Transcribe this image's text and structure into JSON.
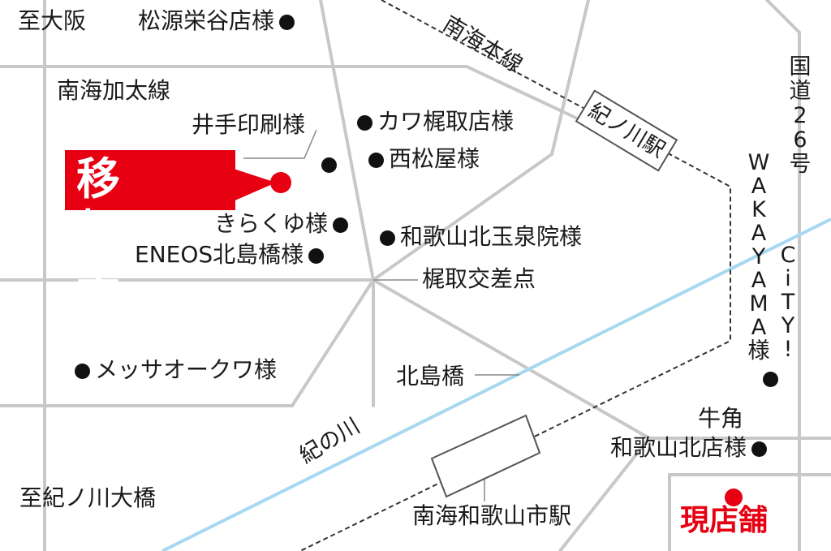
{
  "labels": {
    "to_osaka": "至大阪",
    "matsugen": "松源栄谷店様",
    "nankai_kada": "南海加太線",
    "ide_print": "井手印刷様",
    "kawa": "カワ梶取店様",
    "nishimatsuya": "西松屋様",
    "kirakuyu": "きらくゆ様",
    "eneos": "ENEOS北島橋様",
    "kitatamaizumi": "和歌山北玉泉院様",
    "kajitori_cross": "梶取交差点",
    "messa": "メッサオーク",
    "messa2": "ワ様",
    "kitajima": "北島橋",
    "to_kinokawa_bridge": "至紀ノ川大橋",
    "nankai_station": "南海和歌山市駅",
    "gyukaku1": "牛角",
    "gyukaku2": "和歌山北店様"
  },
  "rail": {
    "nankai_main": "南海本線",
    "kinokawa_station": "紀ノ川駅"
  },
  "river": {
    "name": "紀の川"
  },
  "route26": {
    "chars": [
      "国",
      "道",
      "2",
      "6",
      "号"
    ]
  },
  "wakayama_city": {
    "col1": [
      "W",
      "A",
      "K",
      "A",
      "Y",
      "A",
      "M",
      "A",
      "様"
    ],
    "col2": [
      "C",
      "i",
      "T",
      "Y",
      "!"
    ]
  },
  "markers": {
    "destination": "移転先",
    "current": "現店舗"
  },
  "colors": {
    "accent": "#e60012",
    "road": "#c8c8c8",
    "river": "#a8d8f0",
    "rail": "#333333"
  }
}
